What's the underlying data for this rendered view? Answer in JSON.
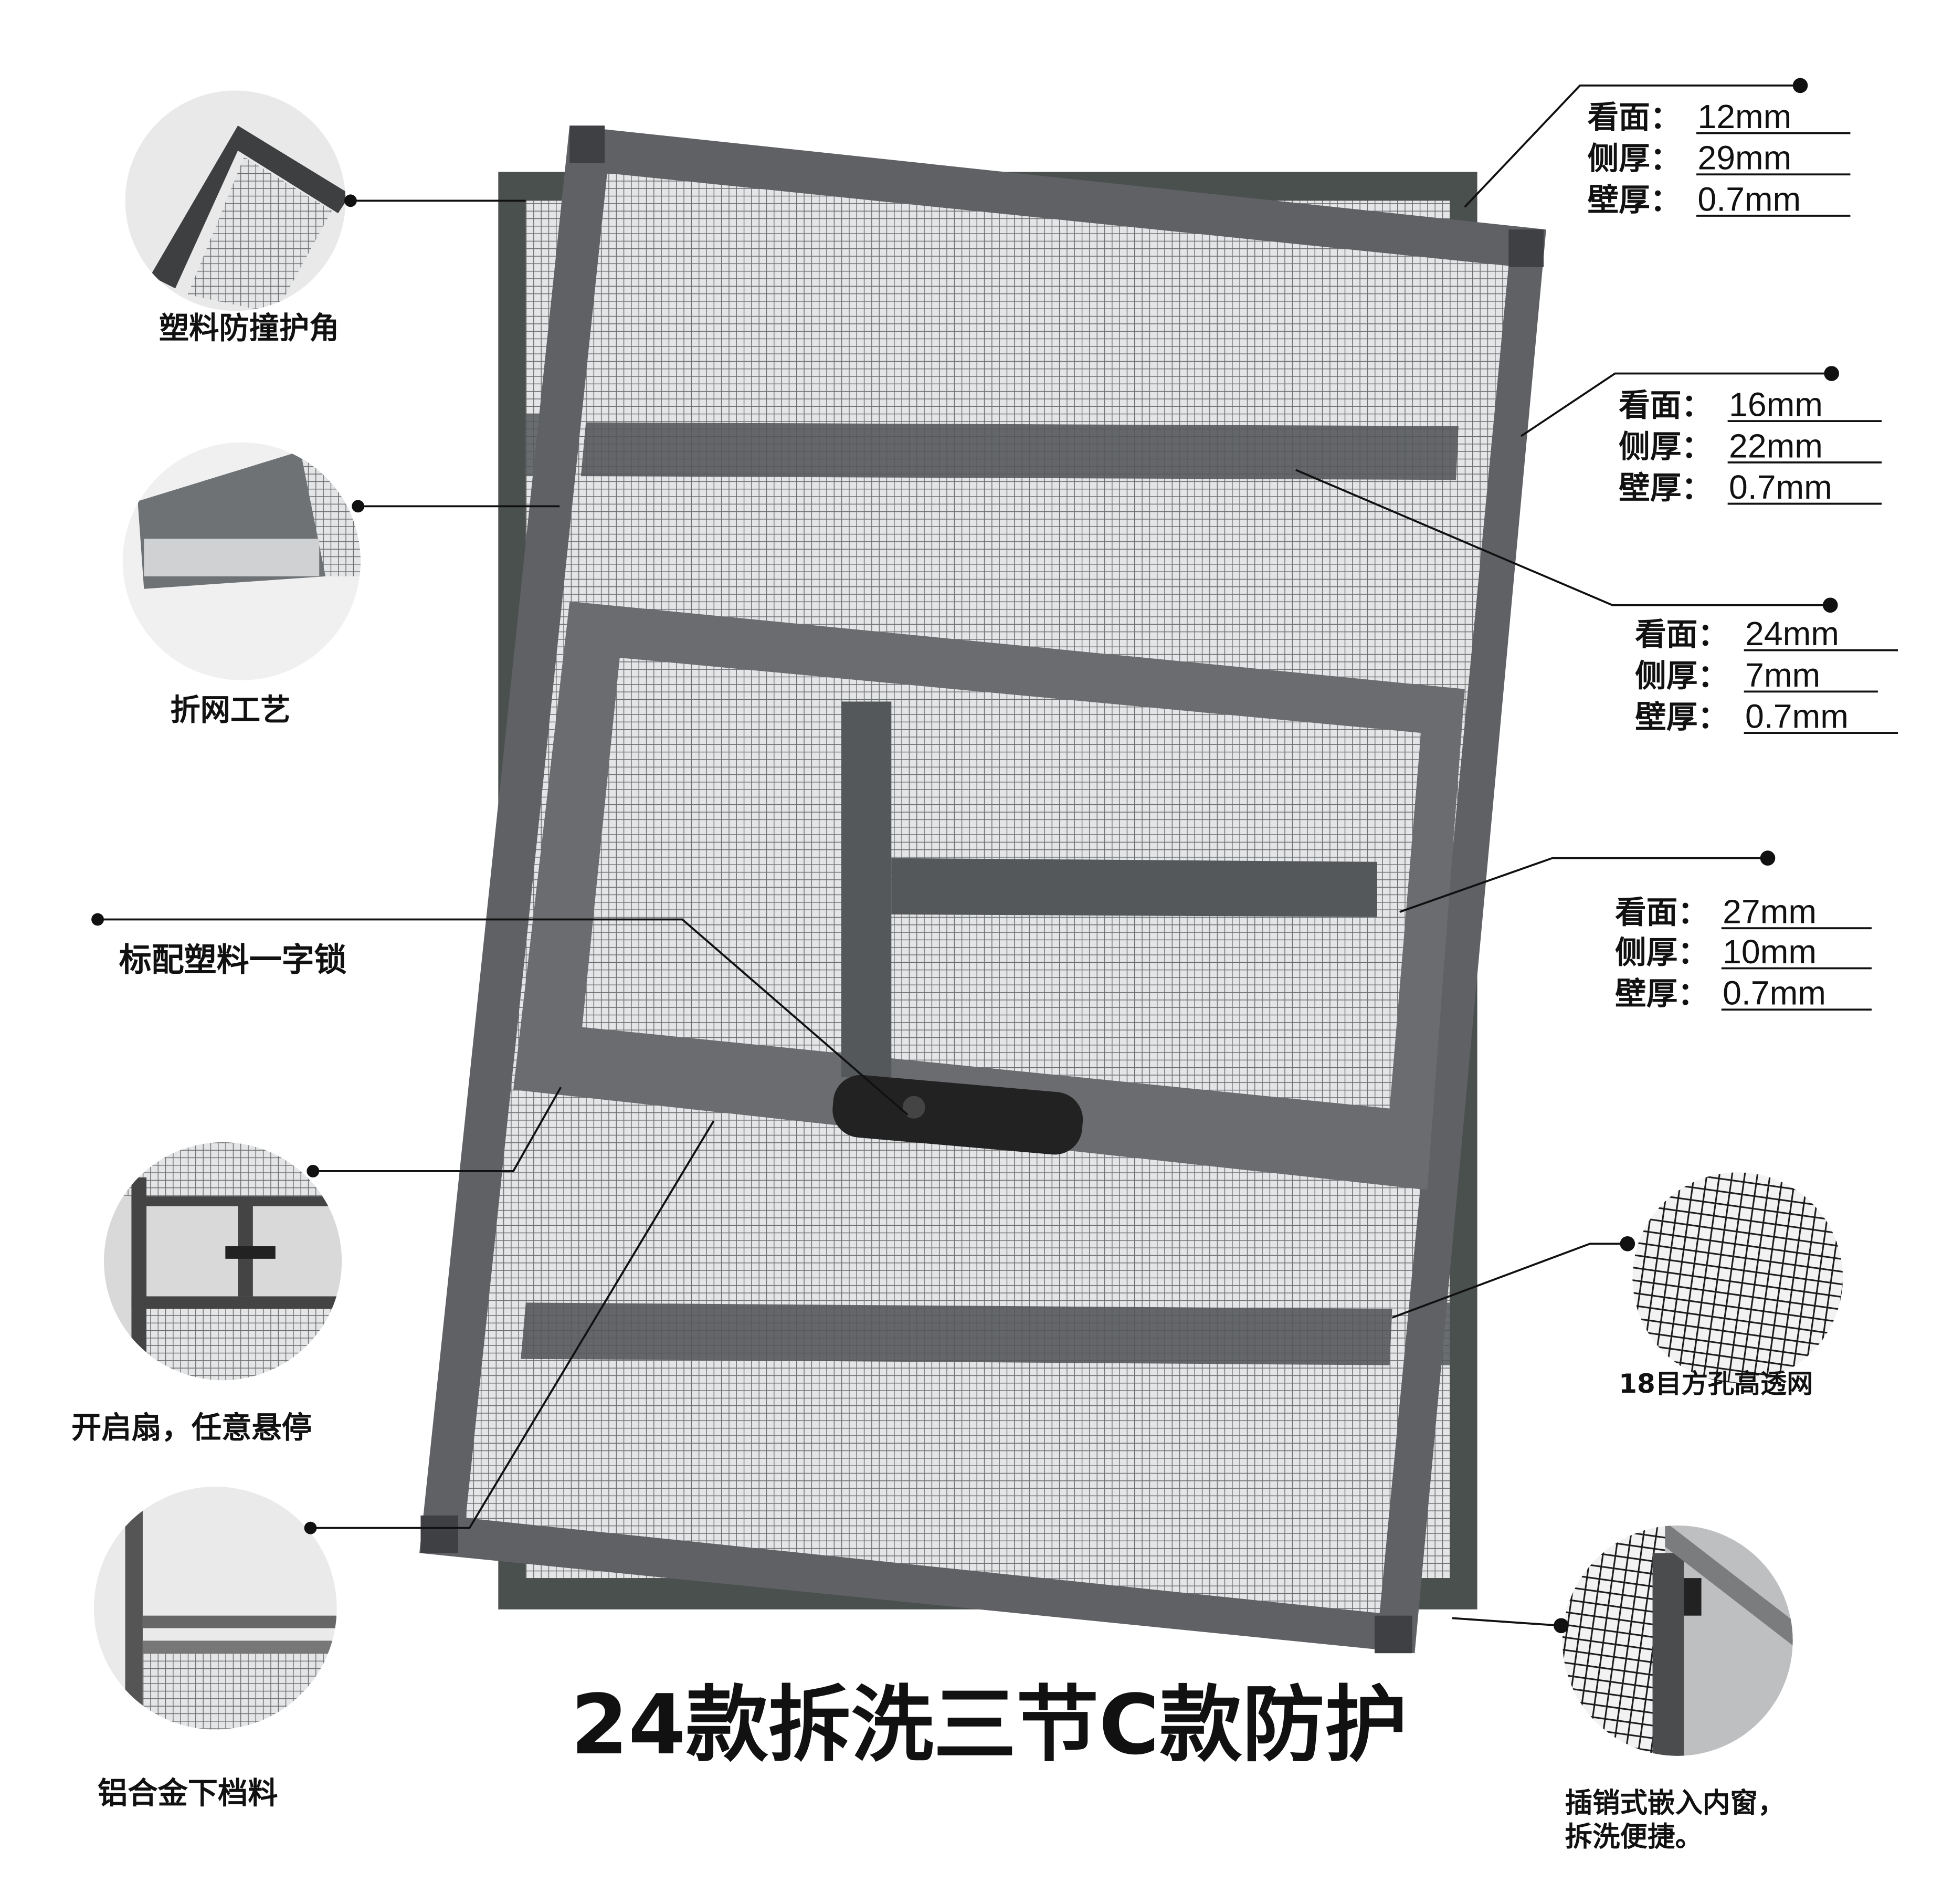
{
  "title": "24款拆洗三节C款防护",
  "callouts_left": [
    {
      "label": "塑料防撞护角",
      "icon": "corner-guard-photo"
    },
    {
      "label": "折网工艺",
      "icon": "folded-mesh-profile-photo"
    },
    {
      "label": "标配塑料一字锁",
      "icon": "lock-pointer"
    },
    {
      "label": "开启扇，任意悬停",
      "icon": "opening-sash-photo"
    },
    {
      "label": "铝合金下档料",
      "icon": "aluminum-bottom-rail-photo"
    }
  ],
  "callouts_right": [
    {
      "label": "18目方孔高透网",
      "icon": "mesh-closeup-photo"
    },
    {
      "label": "插销式嵌入内窗，",
      "label2": "拆洗便捷。",
      "icon": "latch-closeup-photo"
    }
  ],
  "specs": [
    {
      "rows": [
        {
          "k": "看面：",
          "v": "12mm"
        },
        {
          "k": "侧厚：",
          "v": "29mm"
        },
        {
          "k": "壁厚：",
          "v": "0.7mm"
        }
      ]
    },
    {
      "rows": [
        {
          "k": "看面：",
          "v": "16mm"
        },
        {
          "k": "侧厚：",
          "v": "22mm"
        },
        {
          "k": "壁厚：",
          "v": "0.7mm"
        }
      ]
    },
    {
      "rows": [
        {
          "k": "看面：",
          "v": "24mm"
        },
        {
          "k": "侧厚：",
          "v": "7mm"
        },
        {
          "k": "壁厚：",
          "v": "0.7mm"
        }
      ]
    },
    {
      "rows": [
        {
          "k": "看面：",
          "v": "27mm"
        },
        {
          "k": "侧厚：",
          "v": "10mm"
        },
        {
          "k": "壁厚：",
          "v": "0.7mm"
        }
      ]
    }
  ],
  "colors": {
    "frame": "#5f6164",
    "frame_dark": "#3e4043",
    "mesh": "#9a9c9e",
    "back_frame": "#4a504e"
  }
}
